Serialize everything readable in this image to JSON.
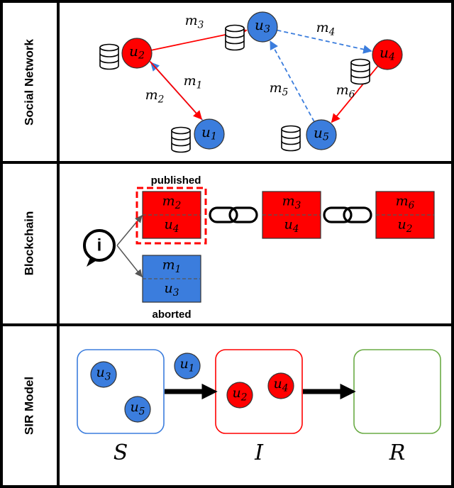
{
  "panels": {
    "social": "Social Network",
    "blockchain": "Blockchain",
    "sir": "SIR Model"
  },
  "colors": {
    "red": "#ff0000",
    "blue": "#3b7ddd",
    "green": "#6aab45",
    "black": "#000000"
  },
  "nodes": [
    {
      "id": "u2",
      "base": "u",
      "sub": "2",
      "color": "red"
    },
    {
      "id": "u3",
      "base": "u",
      "sub": "3",
      "color": "blue"
    },
    {
      "id": "u4",
      "base": "u",
      "sub": "4",
      "color": "red"
    },
    {
      "id": "u1",
      "base": "u",
      "sub": "1",
      "color": "blue"
    },
    {
      "id": "u5",
      "base": "u",
      "sub": "5",
      "color": "blue"
    }
  ],
  "messages": [
    {
      "id": "m1",
      "base": "m",
      "sub": "1",
      "from": "u1",
      "to": "u2",
      "color": "blue",
      "style": "solid"
    },
    {
      "id": "m2",
      "base": "m",
      "sub": "2",
      "from": "u2",
      "to": "u1",
      "color": "red",
      "style": "solid"
    },
    {
      "id": "m3",
      "base": "m",
      "sub": "3",
      "from": "u2",
      "to": "u3",
      "color": "red",
      "style": "solid"
    },
    {
      "id": "m4",
      "base": "m",
      "sub": "4",
      "from": "u3",
      "to": "u4",
      "color": "blue",
      "style": "dashed"
    },
    {
      "id": "m5",
      "base": "m",
      "sub": "5",
      "from": "u5",
      "to": "u3",
      "color": "blue",
      "style": "dashed"
    },
    {
      "id": "m6",
      "base": "m",
      "sub": "6",
      "from": "u4",
      "to": "u5",
      "color": "red",
      "style": "solid"
    }
  ],
  "blocks": [
    {
      "top": {
        "base": "m",
        "sub": "2"
      },
      "bottom": {
        "base": "u",
        "sub": "4"
      },
      "color": "red"
    },
    {
      "top": {
        "base": "m",
        "sub": "3"
      },
      "bottom": {
        "base": "u",
        "sub": "4"
      },
      "color": "red"
    },
    {
      "top": {
        "base": "m",
        "sub": "6"
      },
      "bottom": {
        "base": "u",
        "sub": "2"
      },
      "color": "red"
    }
  ],
  "aborted_block": {
    "top": {
      "base": "m",
      "sub": "1"
    },
    "bottom": {
      "base": "u",
      "sub": "3"
    },
    "color": "blue"
  },
  "status": {
    "published": "published",
    "aborted": "aborted"
  },
  "info_icon": "i",
  "sir": {
    "groups": [
      {
        "label": "S",
        "color": "blue",
        "members": [
          "u3",
          "u5"
        ]
      },
      {
        "label": "I",
        "color": "red",
        "members": [
          "u2",
          "u4"
        ]
      },
      {
        "label": "R",
        "color": "green",
        "members": []
      }
    ],
    "transit": {
      "node": "u1",
      "color": "blue"
    }
  }
}
